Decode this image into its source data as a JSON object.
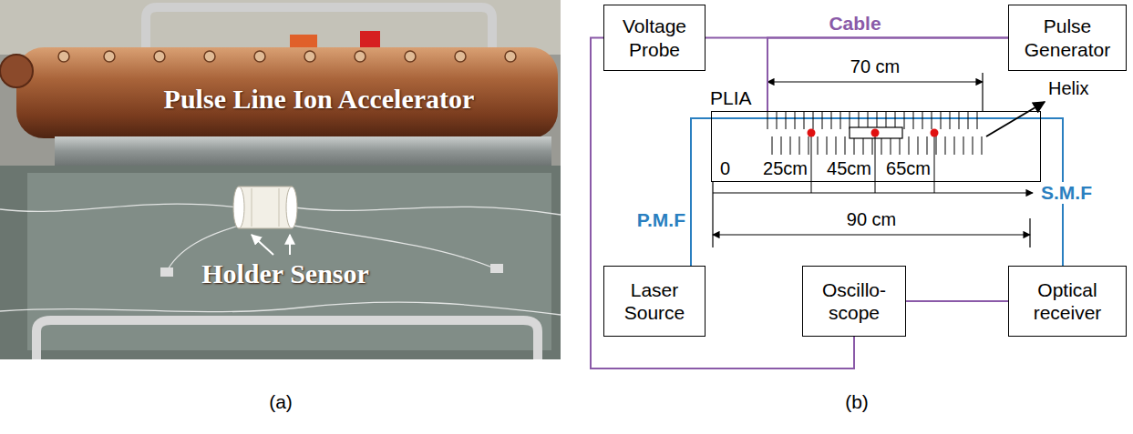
{
  "diagram": {
    "nodes": [
      {
        "text": [
          "Voltage Probe"
        ]
      },
      {
        "text": [
          "Pulse Generator"
        ]
      },
      {
        "text": [
          "PLIA"
        ]
      },
      {
        "text": [
          "Laser Source"
        ]
      },
      {
        "text": [
          "Oscillo- scope"
        ]
      },
      {
        "text": [
          "Optical receiver"
        ]
      }
    ],
    "edges": [
      {
        "from": 0,
        "to": 1,
        "label": "Cable",
        "arrow": "none"
      },
      {
        "from": 1,
        "to": 2,
        "arrow": "none"
      },
      {
        "from": 0,
        "to": 4,
        "arrow": "none"
      },
      {
        "from": 4,
        "to": 5,
        "arrow": "none"
      },
      {
        "from": 3,
        "to": 2,
        "label": "P.M.F",
        "arrow": "none"
      },
      {
        "from": 2,
        "to": 5,
        "label": "S.M.F",
        "arrow": "none"
      }
    ],
    "labels": [
      "Pulse Line Ion Accelerator",
      "Holder Sensor",
      "(a)",
      "70 cm",
      "Helix",
      "0",
      "25cm",
      "45cm",
      "65cm",
      "90 cm",
      "(b)"
    ]
  }
}
